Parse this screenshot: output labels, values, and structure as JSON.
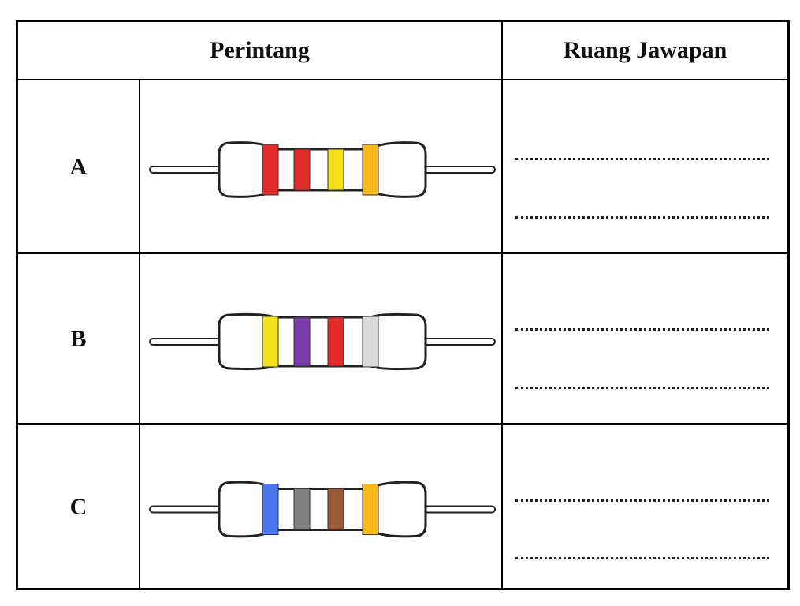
{
  "header": {
    "col1": "Perintang",
    "col2": "Ruang Jawapan"
  },
  "rows": [
    {
      "label": "A",
      "bands": [
        "#e02a2a",
        "#e02a2a",
        "#f5e21a",
        "#f7b81a"
      ],
      "body_shape": "narrow"
    },
    {
      "label": "B",
      "bands": [
        "#f5e21a",
        "#7a3aa8",
        "#e02a2a",
        "#d9d9d9"
      ],
      "body_shape": "flat"
    },
    {
      "label": "C",
      "bands": [
        "#4a76f0",
        "#808080",
        "#9a5a3a",
        "#f7b81a"
      ],
      "body_shape": "narrow"
    }
  ],
  "answer_lines_per_row": 2
}
